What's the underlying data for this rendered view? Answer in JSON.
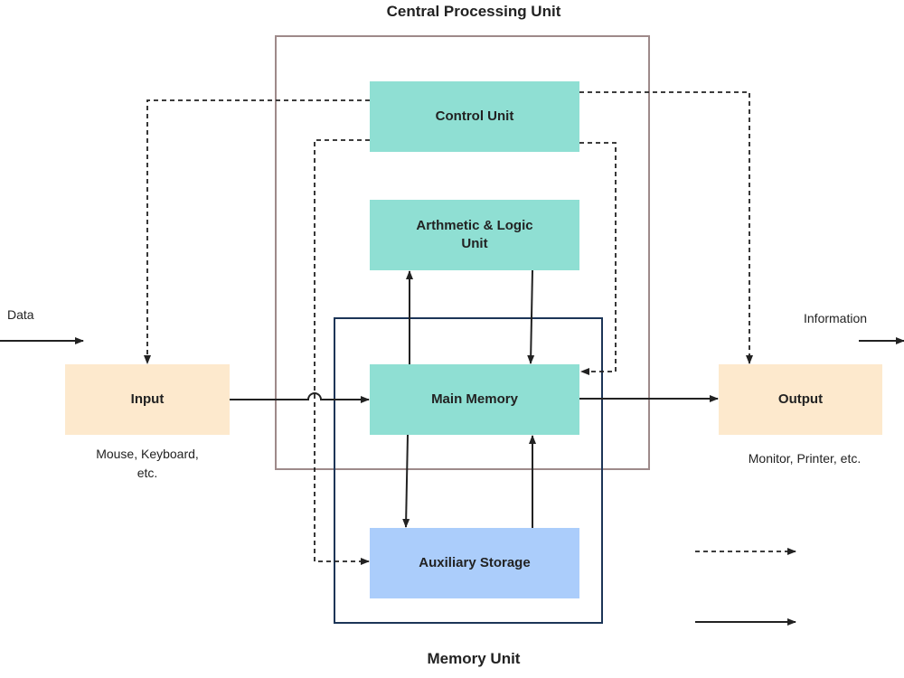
{
  "cpu": {
    "title": "Central Processing Unit"
  },
  "memory_unit": {
    "title": "Memory Unit"
  },
  "blocks": {
    "control_unit": "Control Unit",
    "alu_line1": "Arthmetic & Logic",
    "alu_line2": "Unit",
    "main_memory": "Main Memory",
    "auxiliary_storage": "Auxiliary Storage",
    "input": "Input",
    "output": "Output"
  },
  "captions": {
    "input_line1": "Mouse, Keyboard,",
    "input_line2": "etc.",
    "output": "Monitor, Printer, etc."
  },
  "flow_labels": {
    "data": "Data",
    "information": "Information"
  },
  "colors": {
    "teal_block": "#8fdfd3",
    "io_block": "#fde9cd",
    "storage_block": "#abcdfb",
    "cpu_frame": "#9e8a8a",
    "memory_frame": "#1c3557",
    "line": "#222222"
  }
}
